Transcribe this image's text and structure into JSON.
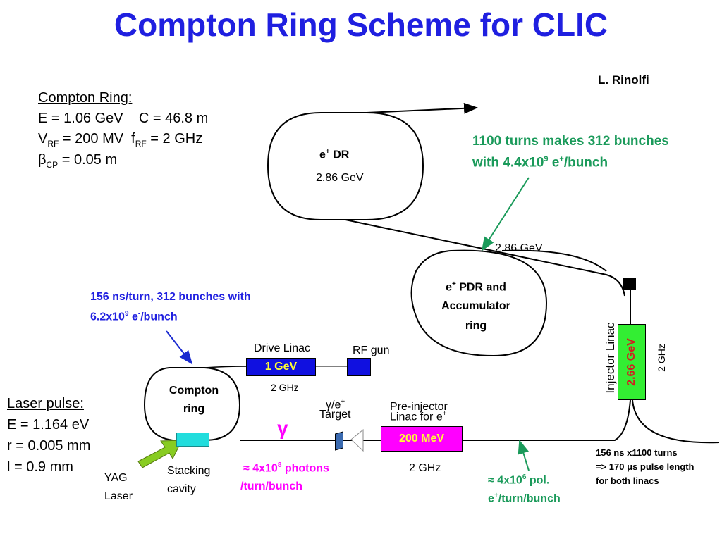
{
  "title": "Compton Ring Scheme for CLIC",
  "author": "L. Rinolfi",
  "compton_ring_params": {
    "heading": "Compton Ring:",
    "line1": "E = 1.06 GeV    C = 46.8 m",
    "line2_v": "V",
    "line2_v_sub": "RF",
    "line2_mid": " = 200 MV  f",
    "line2_f_sub": "RF",
    "line2_end": " = 2 GHz",
    "line3_beta": "β",
    "line3_sub": "CP",
    "line3_end": " = 0.05 m"
  },
  "laser_params": {
    "heading": "Laser pulse:",
    "line1": "E = 1.164 eV",
    "line2": "r = 0.005 mm",
    "line3": "l = 0.9 mm"
  },
  "dr": {
    "label_main": "e",
    "label_sup": "+",
    "label_end": " DR",
    "energy": "2.86 GeV"
  },
  "pdr": {
    "line1_main": "e",
    "line1_sup": "+",
    "line1_end": " PDR and",
    "line2": "Accumulator",
    "line3": "ring",
    "energy": "2.86 GeV"
  },
  "compton_ring": {
    "line1": "Compton",
    "line2": "ring"
  },
  "turns_note": {
    "line1": "1100 turns makes 312 bunches",
    "line2_a": "with 4.4x10",
    "line2_sup": "9",
    "line2_b": " e",
    "line2_sup2": "+",
    "line2_c": "/bunch"
  },
  "ns_note": {
    "line1": "156 ns/turn, 312 bunches with",
    "line2_a": "6.2x10",
    "line2_sup": "9",
    "line2_b": " e",
    "line2_sup2": "-",
    "line2_c": "/bunch"
  },
  "drive_linac": {
    "label": "Drive Linac",
    "energy": "1 GeV",
    "freq": "2 GHz"
  },
  "rf_gun": {
    "label": "RF gun"
  },
  "pre_injector": {
    "line1": "Pre-injector",
    "line2_a": "Linac for e",
    "line2_sup": "+",
    "energy": "200 MeV",
    "freq": "2 GHz"
  },
  "target": {
    "ratio_a": "γ/e",
    "ratio_sup": "+",
    "label": "Target"
  },
  "gamma_symbol": "γ",
  "photons_note": {
    "line1_a": "≈ 4x10",
    "line1_sup": "8",
    "line1_b": " photons",
    "line2": "/turn/bunch"
  },
  "positrons_note": {
    "line1_a": "≈ 4x10",
    "line1_sup": "6",
    "line1_b": " pol.",
    "line2_a": "e",
    "line2_sup": "+",
    "line2_b": "/turn/bunch"
  },
  "injector_linac": {
    "label": "Injector Linac",
    "energy": "2.66 GeV",
    "freq": "2 GHz"
  },
  "pulse_note": {
    "line1": "156 ns x1100 turns",
    "line2_a": "=> 170 ",
    "line2_mu": "μ",
    "line2_b": "s pulse length",
    "line3": "for both linacs"
  },
  "yag": {
    "line1": "YAG",
    "line2": "Laser"
  },
  "stacking": {
    "line1": "Stacking",
    "line2": "cavity"
  },
  "colors": {
    "title": "#1f1fe0",
    "green_note": "#1a9a5a",
    "blue_note": "#2020e0",
    "magenta": "#ff00ff",
    "linac_blue": "#1010e0",
    "injector_green": "#33ee33",
    "injector_text": "#d02020",
    "cavity_cyan": "#22dddd",
    "laser_arrow": "#88cc22"
  }
}
